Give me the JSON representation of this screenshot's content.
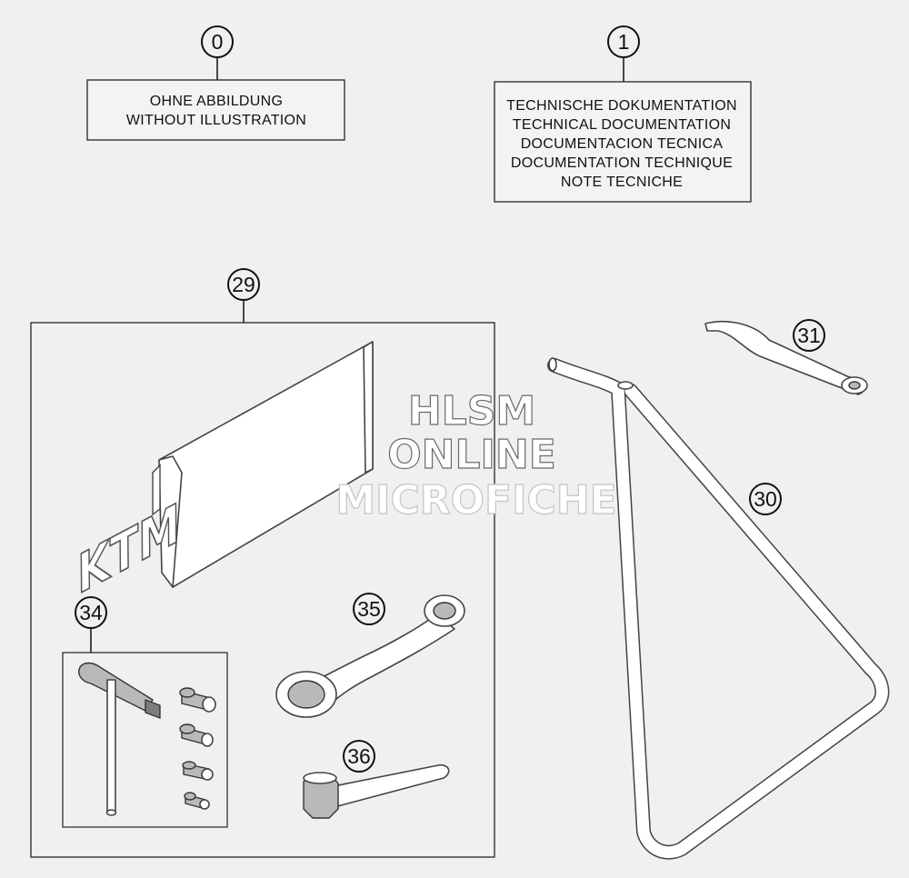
{
  "callouts": {
    "c0": "0",
    "c1": "1",
    "c29": "29",
    "c30": "30",
    "c31": "31",
    "c34": "34",
    "c35": "35",
    "c36": "36"
  },
  "label_boxes": {
    "no_illustration": [
      "OHNE ABBILDUNG",
      "WITHOUT ILLUSTRATION"
    ],
    "documentation": [
      "TECHNISCHE DOKUMENTATION",
      "TECHNICAL DOCUMENTATION",
      "DOCUMENTACION TECNICA",
      "DOCUMENTATION TECHNIQUE",
      "NOTE TECNICHE"
    ]
  },
  "watermark": [
    "HLSM",
    "ONLINE",
    "MICROFICHE"
  ],
  "logo_text": "KTM"
}
